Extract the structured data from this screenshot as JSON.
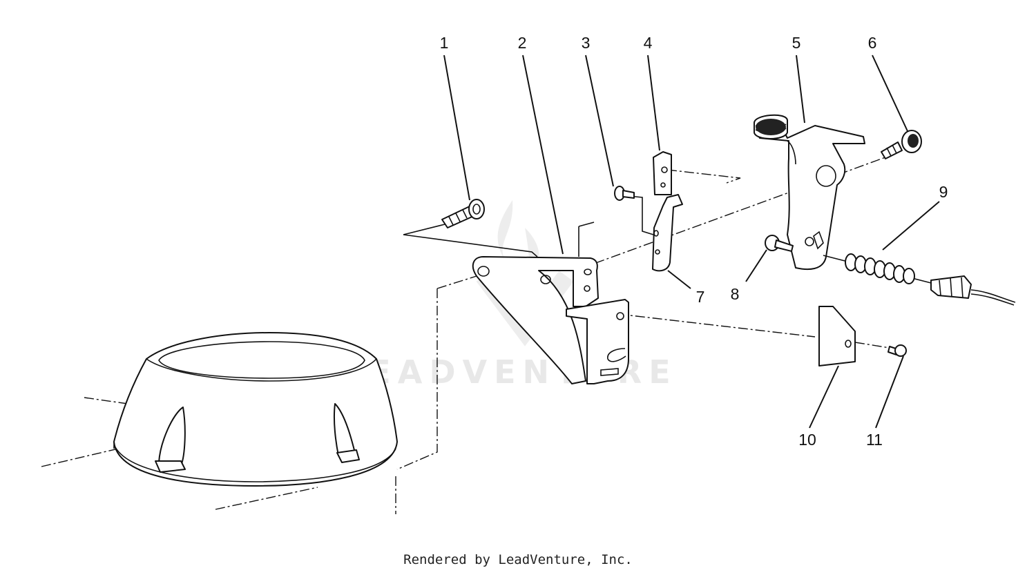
{
  "watermark": {
    "text": "LEADVENTURE",
    "color": "#e8e8e8"
  },
  "callouts": [
    "1",
    "2",
    "3",
    "4",
    "5",
    "6",
    "7",
    "8",
    "9",
    "10",
    "11"
  ],
  "footer": {
    "text": "Rendered by LeadVenture, Inc."
  },
  "colors": {
    "ink": "#111111",
    "background": "#ffffff"
  }
}
